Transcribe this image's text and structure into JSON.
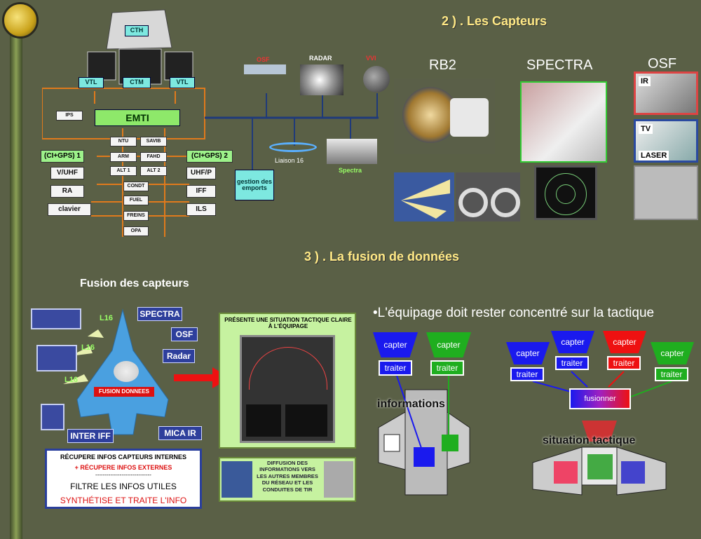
{
  "section2": {
    "title": "2 ) . Les Capteurs",
    "avionics": {
      "cth": "CTH",
      "vtl_left": "VTL",
      "ctm": "CTM",
      "vtl_right": "VTL",
      "ips": "IPS",
      "emti": "EMTI",
      "center_boxes": [
        "NTU",
        "SAVIB",
        "ARM",
        "FAHD",
        "ALT 1",
        "ALT 2",
        "CONDT",
        "FUEL",
        "FREINS",
        "OPA"
      ],
      "left_boxes": [
        "(CI+GPS) 1",
        "V/UHF",
        "RA",
        "clavier"
      ],
      "right_boxes": [
        "(CI+GPS) 2",
        "UHF/P",
        "IFF",
        "ILS"
      ],
      "gestion": "gestion des emports",
      "osf": "OSF",
      "radar": "RADAR",
      "vvi": "VVI",
      "liaison": "Liaison 16",
      "spectra": "Spectra"
    },
    "sensors": {
      "rb2": "RB2",
      "spectra": "SPECTRA",
      "osf": "OSF",
      "ir": "IR",
      "tv": "TV",
      "laser": "LASER"
    }
  },
  "section3": {
    "title": "3 ) . La fusion de données",
    "fusion_title": "Fusion des capteurs",
    "labels": {
      "l16_a": "L16",
      "l16_b": "L16",
      "l16_c": "L16",
      "spectra": "SPECTRA",
      "osf": "OSF",
      "radar": "Radar",
      "fusion": "FUSION DONNEES",
      "inter_iff": "INTER IFF",
      "mica": "MICA IR"
    },
    "info_lines": [
      "RÉCUPERE INFOS CAPTEURS INTERNES",
      "+ RÉCUPERE INFOS EXTERNES",
      "------------------------------",
      "FILTRE LES INFOS UTILES",
      "SYNTHÉTISE ET TRAITE L'INFO"
    ],
    "present": "PRÉSENTE UNE SITUATION TACTIQUE CLAIRE À L'ÉQUIPAGE",
    "diffusion": "DIFFUSION DES INFORMATIONS VERS LES AUTRES MEMBRES DU RÉSEAU ET LES CONDUITES DE TIR",
    "bullet": "•L'équipage doit rester concentré sur la tactique",
    "capter": "capter",
    "traiter": "traiter",
    "informations": "informations",
    "fusionner": "fusionner",
    "situation": "situation tactique"
  }
}
